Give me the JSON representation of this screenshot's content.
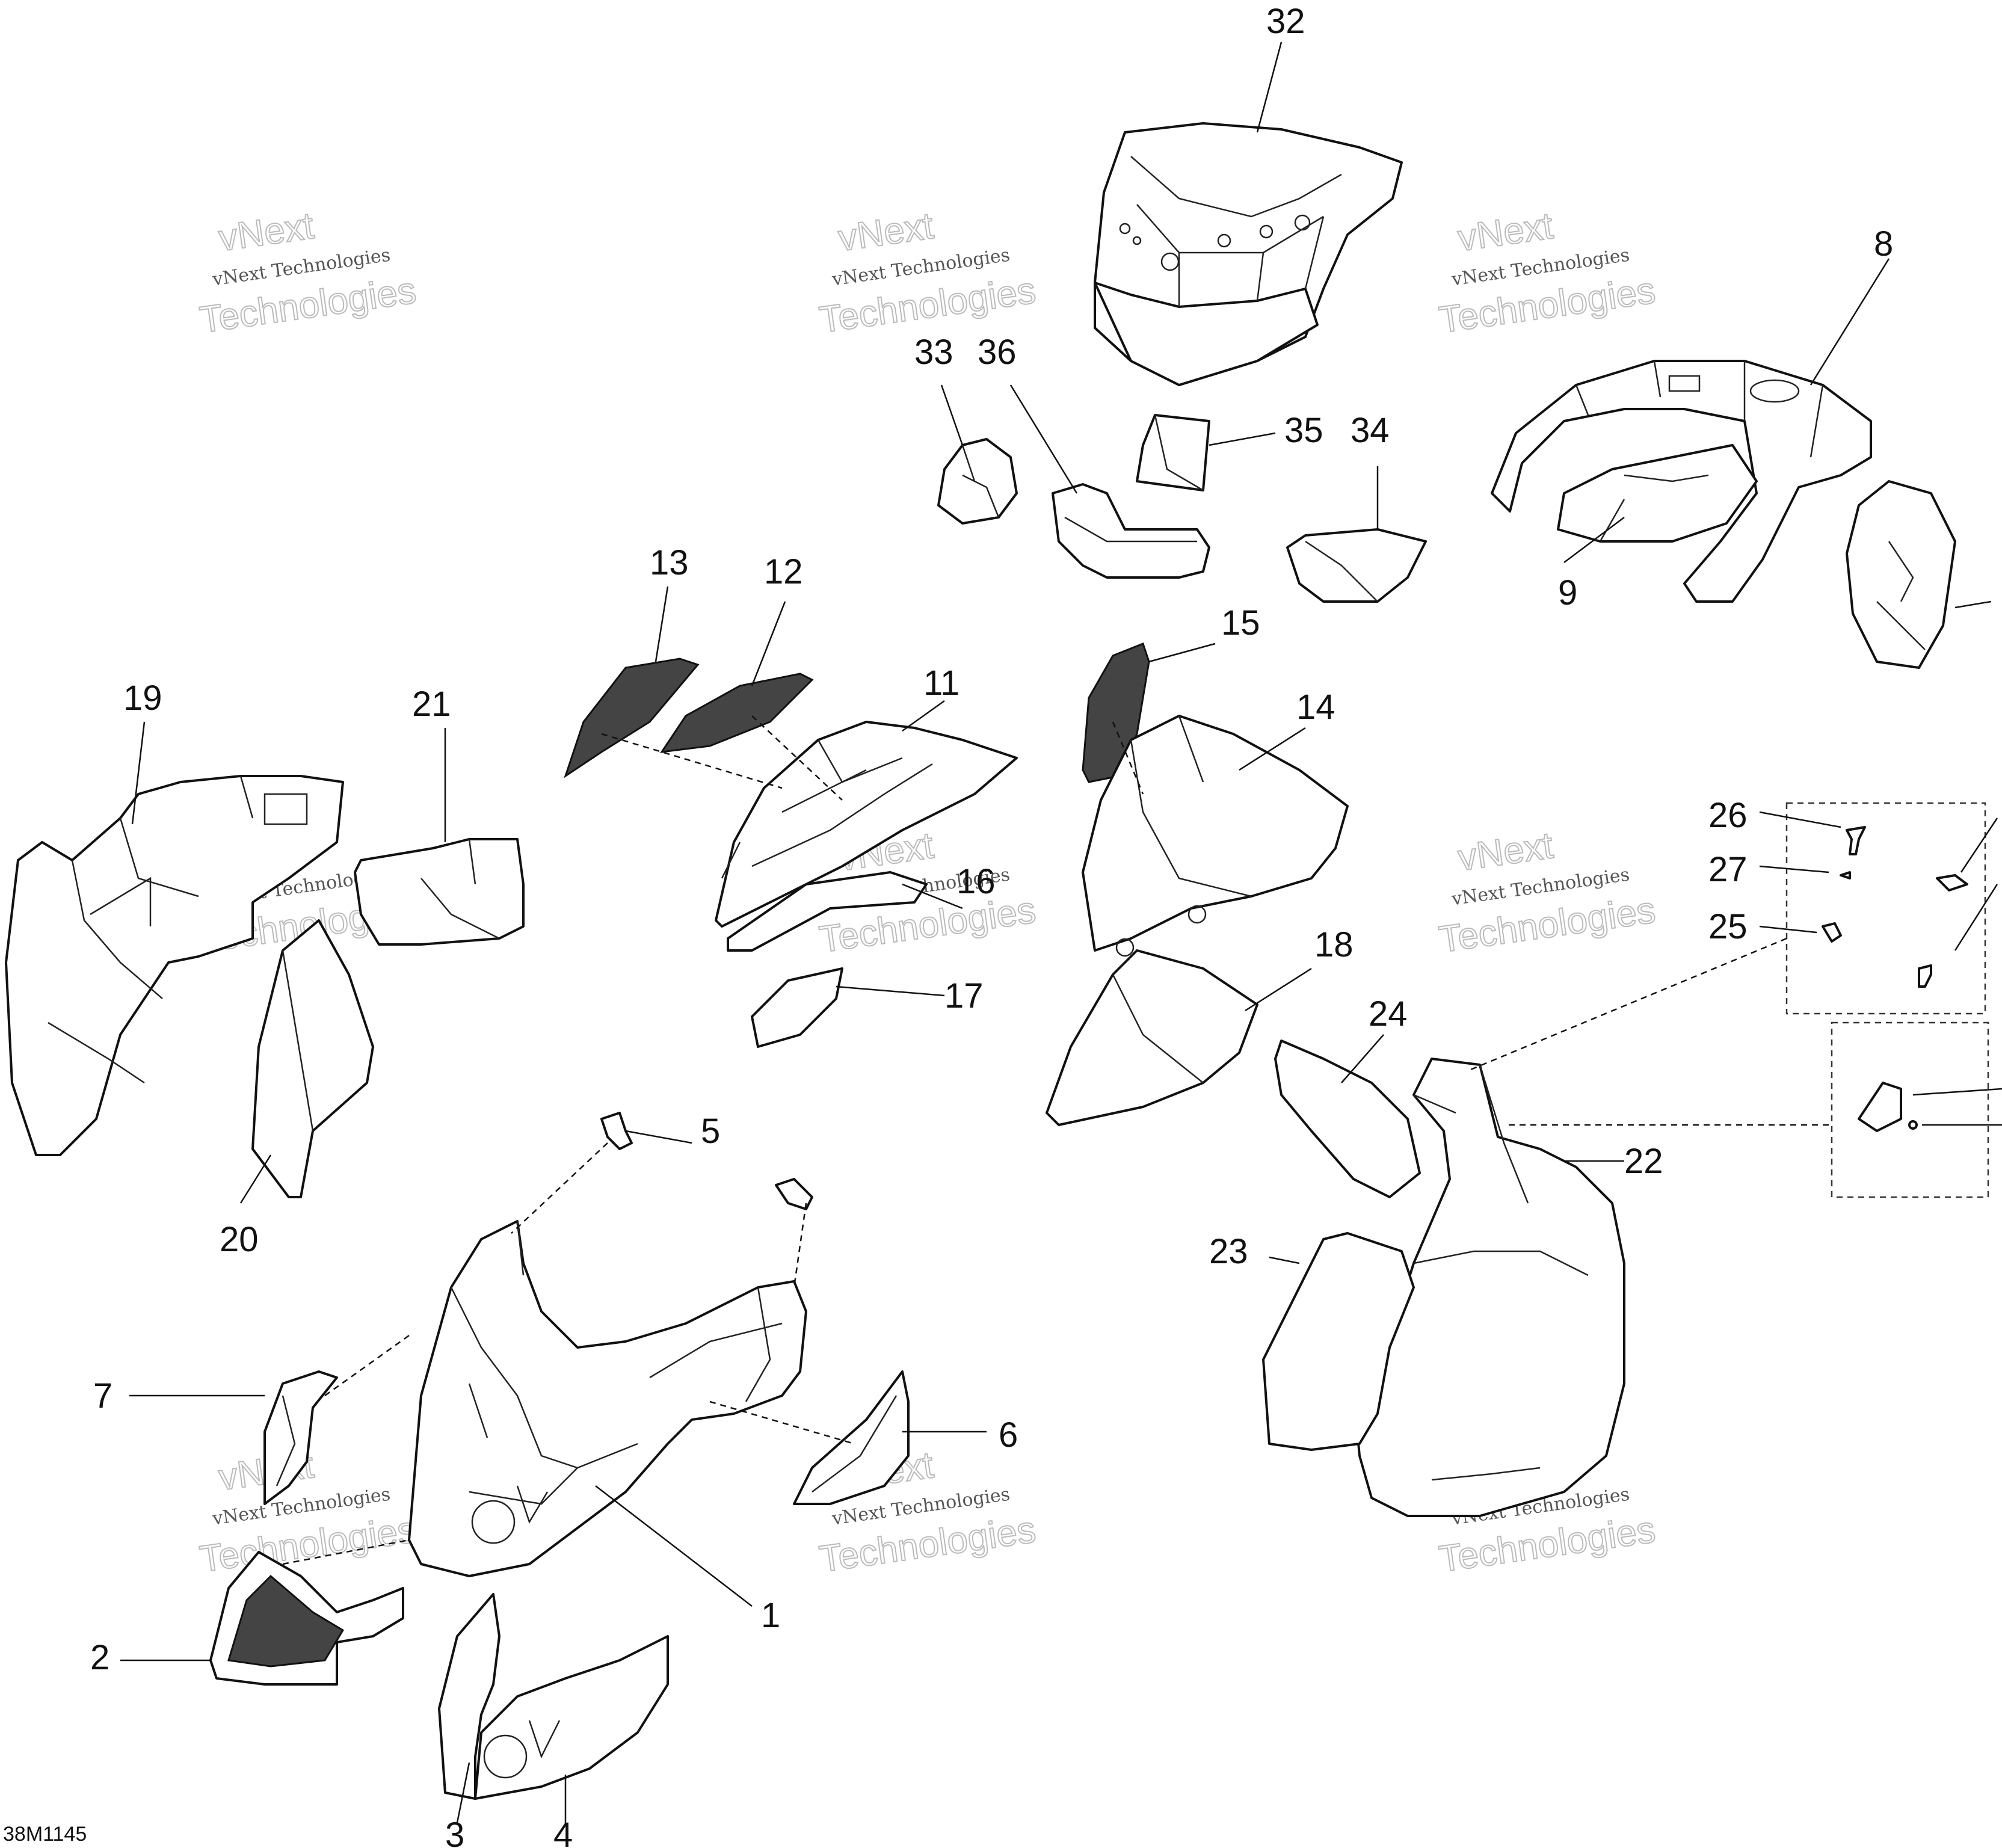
{
  "reference": "38M1145",
  "watermark": {
    "line1": "vNext",
    "line2": "vNext Technologies",
    "line3": "Technologies"
  },
  "callouts": [
    {
      "id": "c1",
      "text": "1"
    },
    {
      "id": "c2",
      "text": "2"
    },
    {
      "id": "c3",
      "text": "3"
    },
    {
      "id": "c4",
      "text": "4"
    },
    {
      "id": "c5",
      "text": "5"
    },
    {
      "id": "c6",
      "text": "6"
    },
    {
      "id": "c7",
      "text": "7"
    },
    {
      "id": "c8",
      "text": "8"
    },
    {
      "id": "c9",
      "text": "9"
    },
    {
      "id": "c11",
      "text": "11"
    },
    {
      "id": "c12",
      "text": "12"
    },
    {
      "id": "c13",
      "text": "13"
    },
    {
      "id": "c14",
      "text": "14"
    },
    {
      "id": "c15",
      "text": "15"
    },
    {
      "id": "c16",
      "text": "16"
    },
    {
      "id": "c17",
      "text": "17"
    },
    {
      "id": "c18",
      "text": "18"
    },
    {
      "id": "c19",
      "text": "19"
    },
    {
      "id": "c20",
      "text": "20"
    },
    {
      "id": "c21",
      "text": "21"
    },
    {
      "id": "c22",
      "text": "22"
    },
    {
      "id": "c23",
      "text": "23"
    },
    {
      "id": "c24",
      "text": "24"
    },
    {
      "id": "c25",
      "text": "25"
    },
    {
      "id": "c26",
      "text": "26"
    },
    {
      "id": "c27",
      "text": "27"
    },
    {
      "id": "c32",
      "text": "32"
    },
    {
      "id": "c33",
      "text": "33"
    },
    {
      "id": "c34",
      "text": "34"
    },
    {
      "id": "c35",
      "text": "35"
    },
    {
      "id": "c36",
      "text": "36"
    }
  ]
}
